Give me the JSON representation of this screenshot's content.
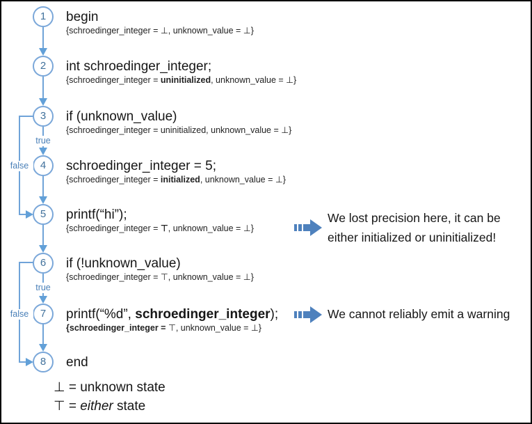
{
  "diagram": {
    "title_hint": "dataflow analysis flowchart of schroedinger_integer program",
    "colors": {
      "edge": "#6fa3d8",
      "circle_border": "#7aa7d9",
      "circle_number": "#41719c",
      "branch_label": "#4a80b8",
      "callout_arrow": "#4e81bd",
      "text": "#1a1a1a"
    },
    "nodes": [
      {
        "id": "1",
        "code": {
          "a": "begin",
          "b": "",
          "c": ""
        },
        "state": {
          "a": "{schroedinger_integer = ⊥, unknown_value = ⊥}",
          "b": "",
          "c": ""
        }
      },
      {
        "id": "2",
        "code": {
          "a": "int schroedinger_integer;",
          "b": "",
          "c": ""
        },
        "state": {
          "a": "{schroedinger_integer = ",
          "b": "uninitialized",
          "c": ", unknown_value = ⊥}"
        }
      },
      {
        "id": "3",
        "code": {
          "a": "if (unknown_value)",
          "b": "",
          "c": ""
        },
        "state": {
          "a": "{schroedinger_integer = uninitialized, unknown_value = ⊥}",
          "b": "",
          "c": ""
        }
      },
      {
        "id": "4",
        "code": {
          "a": "schroedinger_integer = 5;",
          "b": "",
          "c": ""
        },
        "state": {
          "a": "{schroedinger_integer = ",
          "b": "initialized",
          "c": ", unknown_value = ⊥}"
        }
      },
      {
        "id": "5",
        "code": {
          "a": "printf(“hi”);",
          "b": "",
          "c": ""
        },
        "state": {
          "a": "{schroedinger_integer = ",
          "b": "⊤",
          "c": ", unknown_value = ⊥}"
        }
      },
      {
        "id": "6",
        "code": {
          "a": "if (!unknown_value)",
          "b": "",
          "c": ""
        },
        "state": {
          "a": "{schroedinger_integer = ⊤, unknown_value = ⊥}",
          "b": "",
          "c": ""
        }
      },
      {
        "id": "7",
        "code": {
          "a": "printf(“%d”, ",
          "b": "schroedinger_integer",
          "c": ");"
        },
        "state": {
          "a": "",
          "b": "{schroedinger_integer = ",
          "c": "⊤, unknown_value = ⊥}"
        }
      },
      {
        "id": "8",
        "code": {
          "a": "end",
          "b": "",
          "c": ""
        },
        "state": {
          "a": "",
          "b": "",
          "c": ""
        }
      }
    ],
    "branch_labels": {
      "true_3_4": "true",
      "false_3_5": "false",
      "true_6_7": "true",
      "false_6_8": "false"
    },
    "annotations": [
      {
        "line1": "We lost precision here, it can be",
        "line2": "either initialized or uninitialized!"
      },
      {
        "line1": "We cannot reliably emit a warning",
        "line2": ""
      }
    ],
    "legend": [
      {
        "a": "⊥ = unknown state",
        "b": "",
        "c": ""
      },
      {
        "a": "⊤ = ",
        "b": "either",
        "c": " state"
      }
    ]
  }
}
